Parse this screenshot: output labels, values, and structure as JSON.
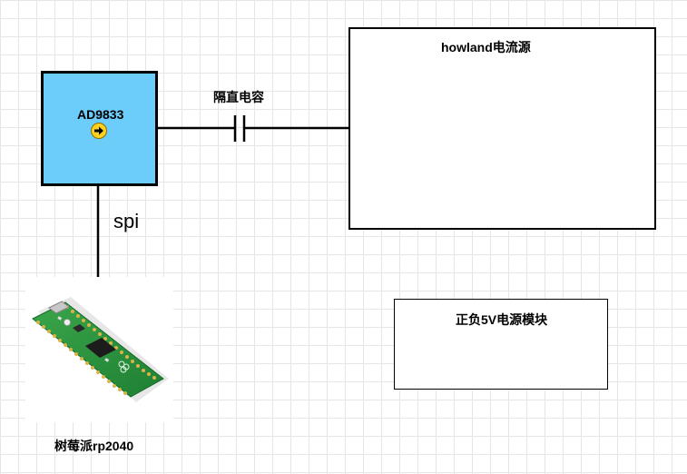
{
  "blocks": {
    "ad9833": {
      "label": "AD9833",
      "fill": "#6ccdfb"
    },
    "capacitor": {
      "label": "隔直电容"
    },
    "howland": {
      "label": "howland电流源"
    },
    "power5v": {
      "label": "正负5V电源模块"
    },
    "rp2040": {
      "label": "树莓派rp2040"
    }
  },
  "connections": {
    "spi_label": "spi"
  },
  "icons": {
    "arrow_badge": "arrow-right-circle-icon",
    "board_photo": "raspberry-pi-pico-board"
  }
}
